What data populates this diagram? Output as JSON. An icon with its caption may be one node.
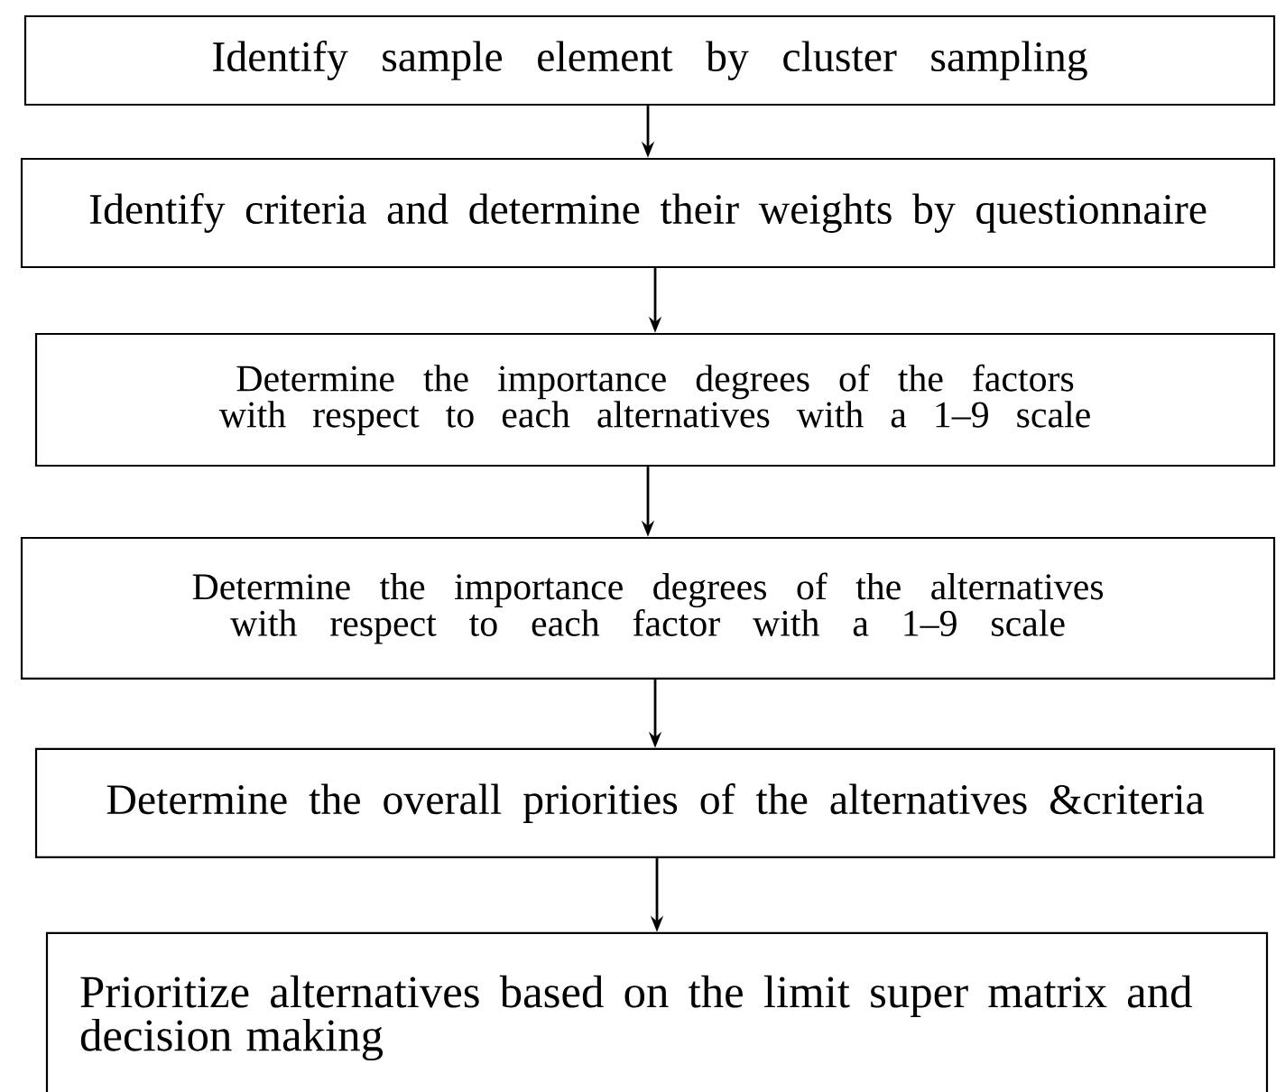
{
  "diagram": {
    "nodes": [
      {
        "text": [
          "Identify sample element by cluster sampling"
        ]
      },
      {
        "text": [
          "Identify criteria and determine their weights by questionnaire"
        ]
      },
      {
        "text": [
          "Determine the importance degrees of the factors with respect to each alternatives with a 1–9 scale"
        ]
      },
      {
        "text": [
          "Determine the importance degrees of the alternatives with respect to each factor with a 1–9 scale"
        ]
      },
      {
        "text": [
          "Determine the overall priorities of the alternatives &criteria"
        ]
      },
      {
        "text": [
          "Prioritize alternatives based on the limit super matrix and decision making"
        ]
      }
    ],
    "edges": [
      {
        "from": 0,
        "to": 1,
        "arrow": "to"
      },
      {
        "from": 1,
        "to": 2,
        "arrow": "to"
      },
      {
        "from": 2,
        "to": 3,
        "arrow": "to"
      },
      {
        "from": 3,
        "to": 4,
        "arrow": "to"
      },
      {
        "from": 4,
        "to": 5,
        "arrow": "to"
      }
    ]
  }
}
